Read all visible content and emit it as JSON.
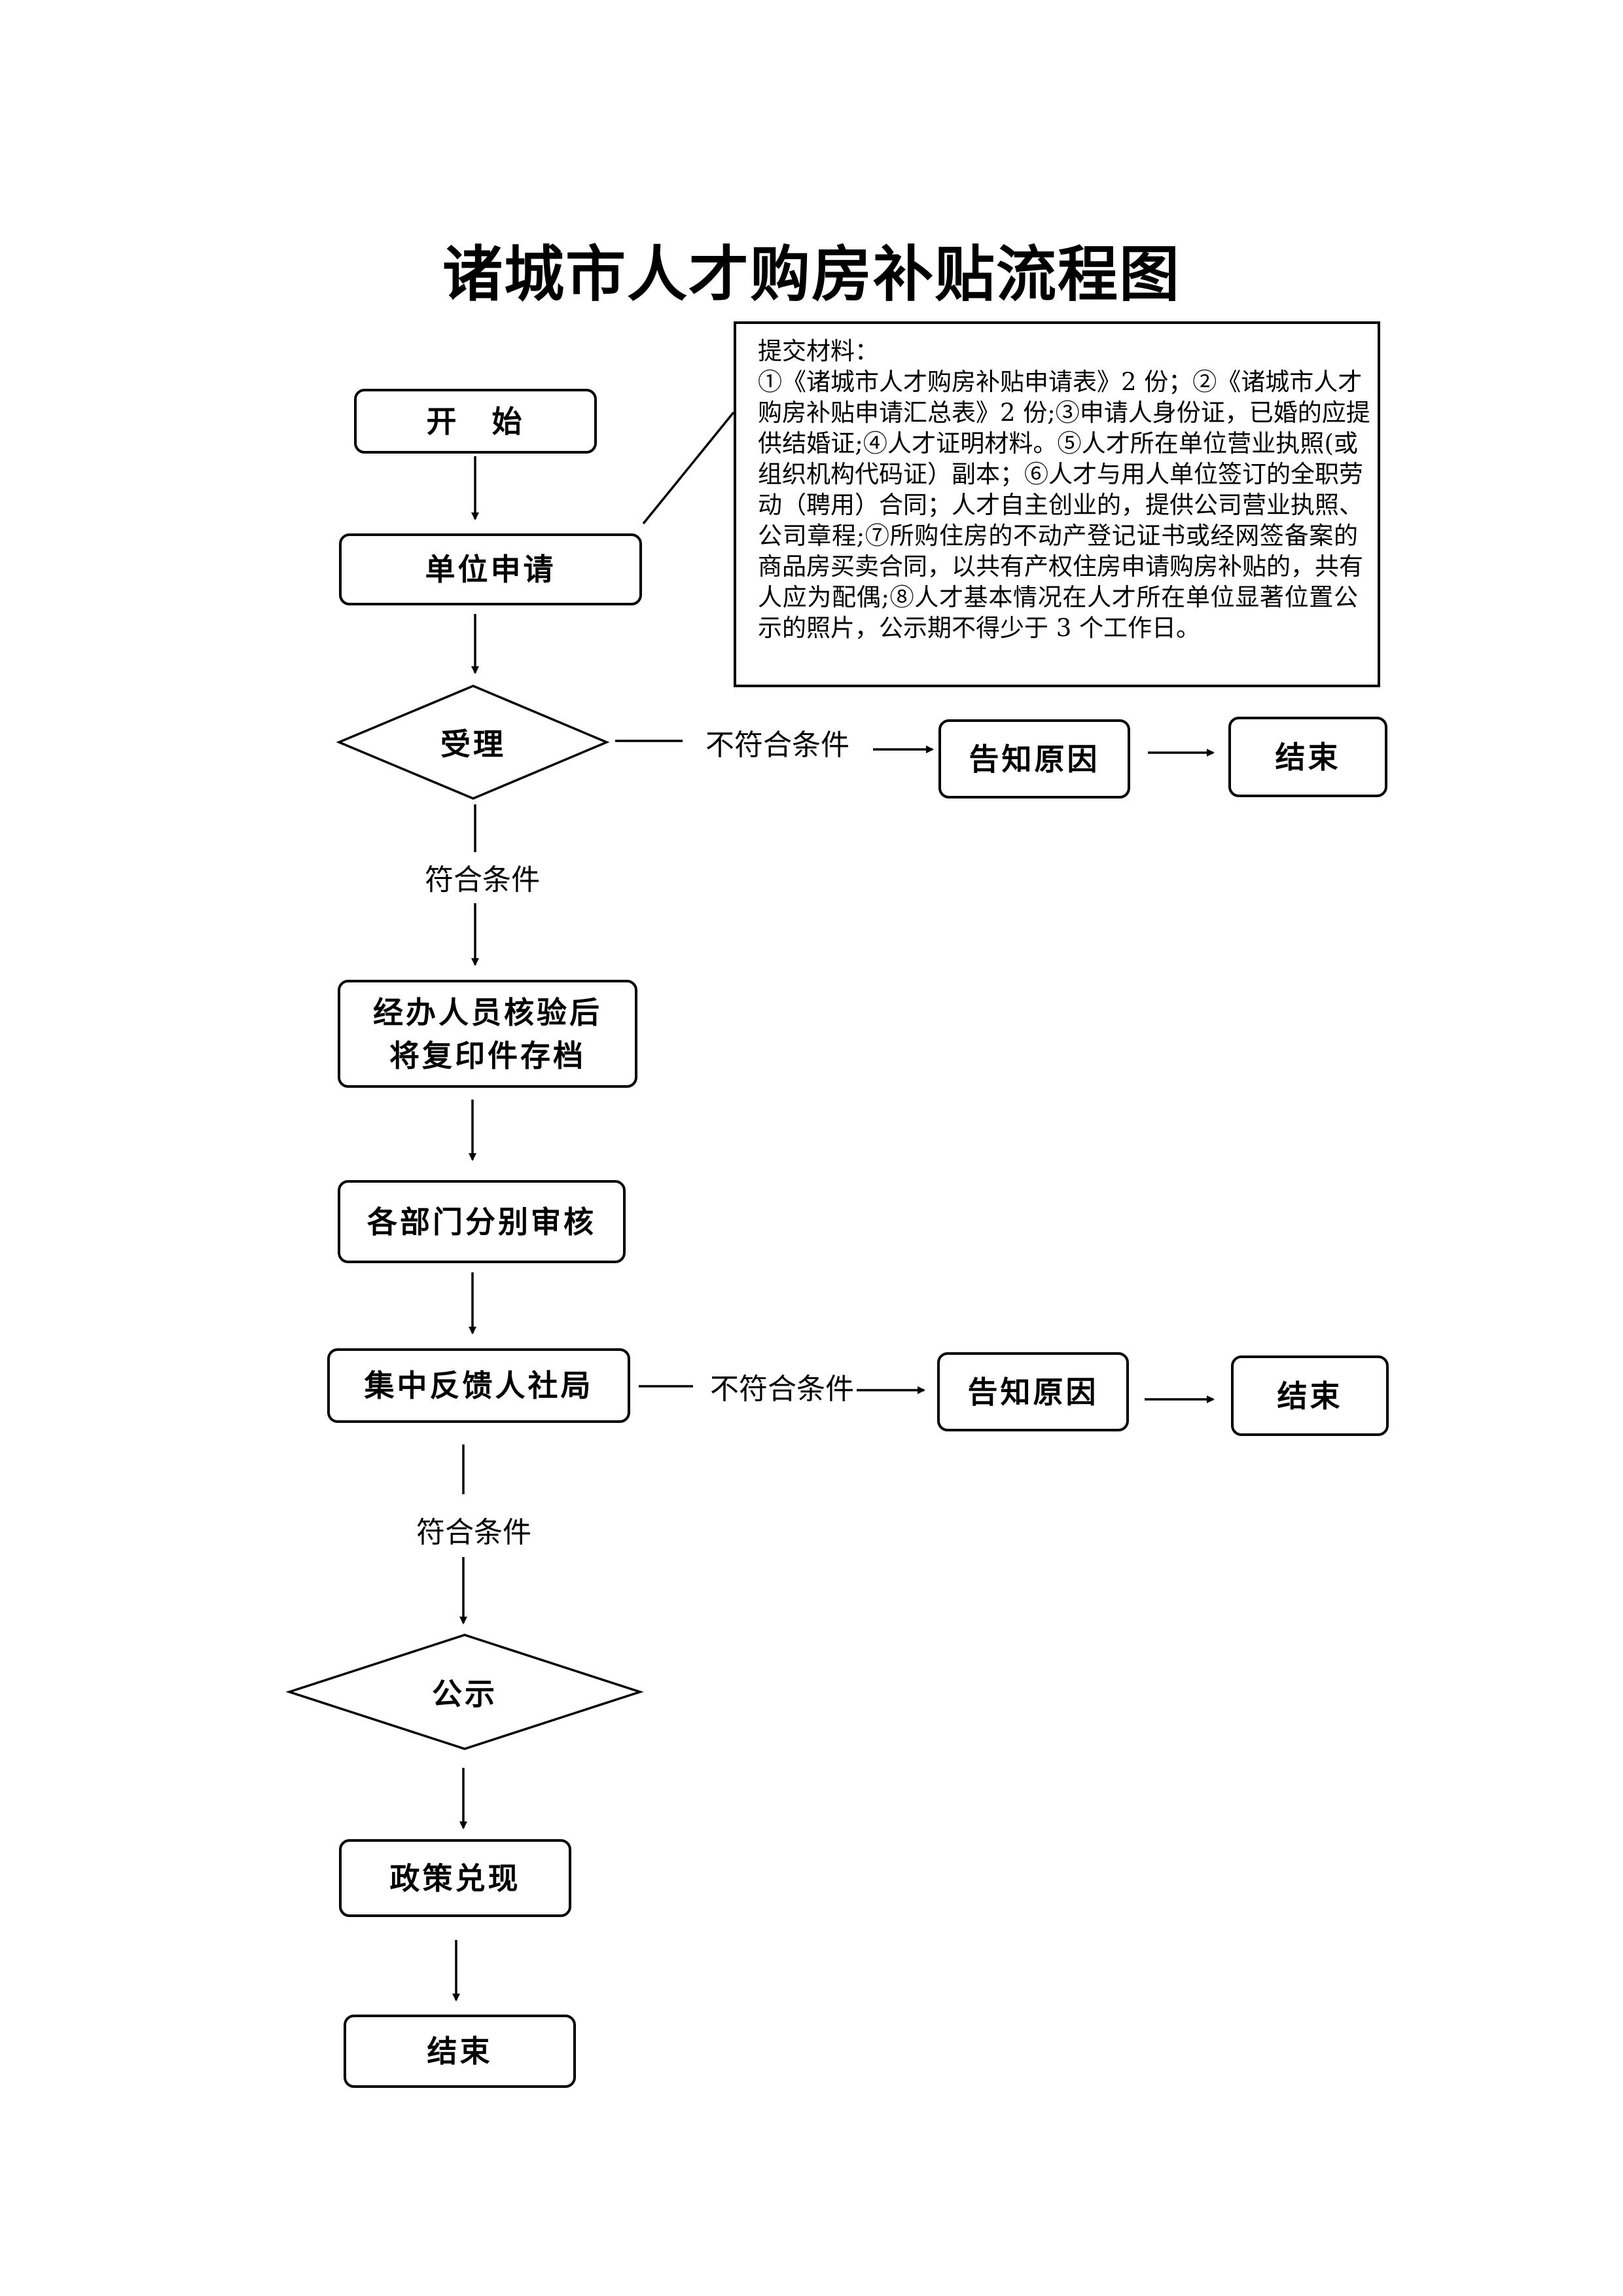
{
  "title": "诸城市人才购房补贴流程图",
  "note": {
    "heading": "提交材料：",
    "lines": [
      "①《诸城市人才购房补贴申请表》2 份；②《诸城市人才",
      "购房补贴申请汇总表》2 份;③申请人身份证，已婚的应提",
      "供结婚证;④人才证明材料。⑤人才所在单位营业执照(或",
      "组织机构代码证）副本；⑥人才与用人单位签订的全职劳",
      "动（聘用）合同；人才自主创业的，提供公司营业执照、",
      "公司章程;⑦所购住房的不动产登记证书或经网签备案的",
      "商品房买卖合同，以共有产权住房申请购房补贴的，共有",
      "人应为配偶;⑧人才基本情况在人才所在单位显著位置公",
      "示的照片，公示期不得少于 3 个工作日。"
    ]
  },
  "nodes": {
    "start": "开　始",
    "unit_apply": "单位申请",
    "accept": "受理",
    "reject_reason_1": "告知原因",
    "end_1": "结束",
    "verify_line1": "经办人员核验后",
    "verify_line2": "将复印件存档",
    "dept_review": "各部门分别审核",
    "feedback": "集中反馈人社局",
    "reject_reason_2": "告知原因",
    "end_2": "结束",
    "publicity": "公示",
    "policy_fulfill": "政策兑现",
    "end_3": "结束"
  },
  "conditions": {
    "not_met_1": "不符合条件",
    "met_1": "符合条件",
    "not_met_2": "不符合条件",
    "met_2": "符合条件"
  }
}
